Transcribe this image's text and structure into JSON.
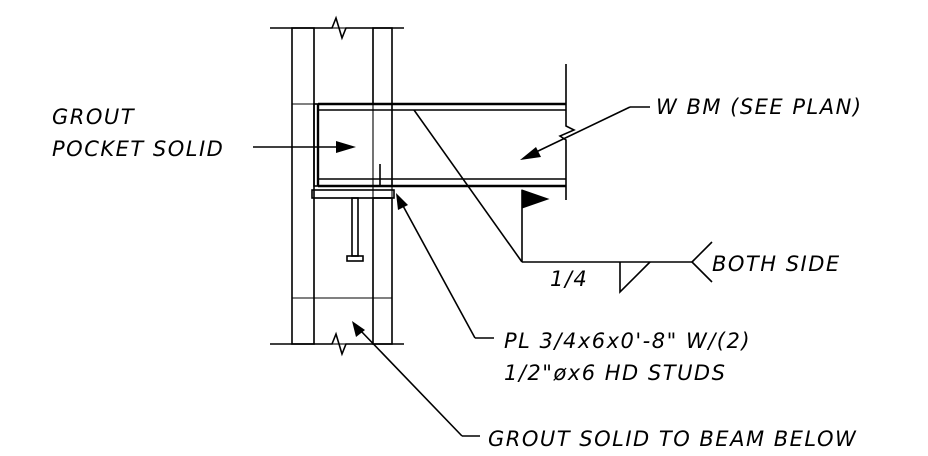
{
  "labels": {
    "grout_pocket_line1": "GROUT",
    "grout_pocket_line2": "POCKET SOLID",
    "beam": "W BM (SEE PLAN)",
    "weld_size": "1/4",
    "weld_note": "BOTH SIDE",
    "plate_line1": "PL 3/4x6x0'-8\" W/(2)",
    "plate_line2": "1/2\"øx6 HD STUDS",
    "grout_below": "GROUT SOLID TO BEAM BELOW"
  },
  "colors": {
    "ink": "#000000",
    "paper": "#ffffff"
  }
}
